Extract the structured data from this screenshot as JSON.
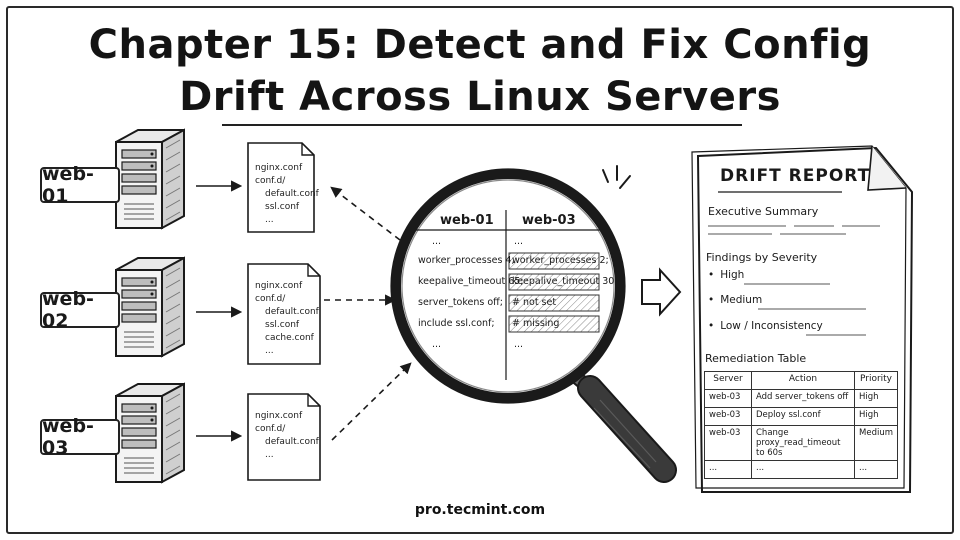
{
  "title": {
    "line1": "Chapter 15: Detect and Fix Config",
    "line2": "Drift Across Linux Servers"
  },
  "servers": [
    {
      "label": "web-01",
      "files": [
        {
          "text": "nginx.conf",
          "indent": false
        },
        {
          "text": "conf.d/",
          "indent": false
        },
        {
          "text": "default.conf",
          "indent": true
        },
        {
          "text": "ssl.conf",
          "indent": true
        },
        {
          "text": "...",
          "indent": true
        }
      ]
    },
    {
      "label": "web-02",
      "files": [
        {
          "text": "nginx.conf",
          "indent": false
        },
        {
          "text": "conf.d/",
          "indent": false
        },
        {
          "text": "default.conf",
          "indent": true
        },
        {
          "text": "ssl.conf",
          "indent": true
        },
        {
          "text": "cache.conf",
          "indent": true
        },
        {
          "text": "...",
          "indent": true
        }
      ]
    },
    {
      "label": "web-03",
      "files": [
        {
          "text": "nginx.conf",
          "indent": false
        },
        {
          "text": "conf.d/",
          "indent": false
        },
        {
          "text": "default.conf",
          "indent": true
        },
        {
          "text": "...",
          "indent": true
        }
      ]
    }
  ],
  "comparison": {
    "left_header": "web-01",
    "right_header": "web-03",
    "rows": [
      {
        "left": "...",
        "right": "...",
        "diff": false
      },
      {
        "left": "worker_processes 4;",
        "right": "worker_processes 2;",
        "diff": true
      },
      {
        "left": "keepalive_timeout 65;",
        "right": "keepalive_timeout 30;",
        "diff": true
      },
      {
        "left": "server_tokens off;",
        "right": "# not set",
        "diff": true
      },
      {
        "left": "include ssl.conf;",
        "right": "# missing",
        "diff": true
      },
      {
        "left": "...",
        "right": "...",
        "diff": false
      }
    ]
  },
  "report": {
    "title": "DRIFT REPORT",
    "executive_summary": "Executive Summary",
    "findings_title": "Findings by Severity",
    "findings": [
      "High",
      "Medium",
      "Low / Inconsistency"
    ],
    "remediation_title": "Remediation Table",
    "table": {
      "headers": [
        "Server",
        "Action",
        "Priority"
      ],
      "rows": [
        [
          "web-03",
          "Add server_tokens off",
          "High"
        ],
        [
          "web-03",
          "Deploy ssl.conf",
          "High"
        ],
        [
          "web-03",
          "Change proxy_read_timeout to 60s",
          "Medium"
        ],
        [
          "...",
          "...",
          "..."
        ]
      ]
    }
  },
  "footer": "pro.tecmint.com",
  "bullet_glyph": "•"
}
